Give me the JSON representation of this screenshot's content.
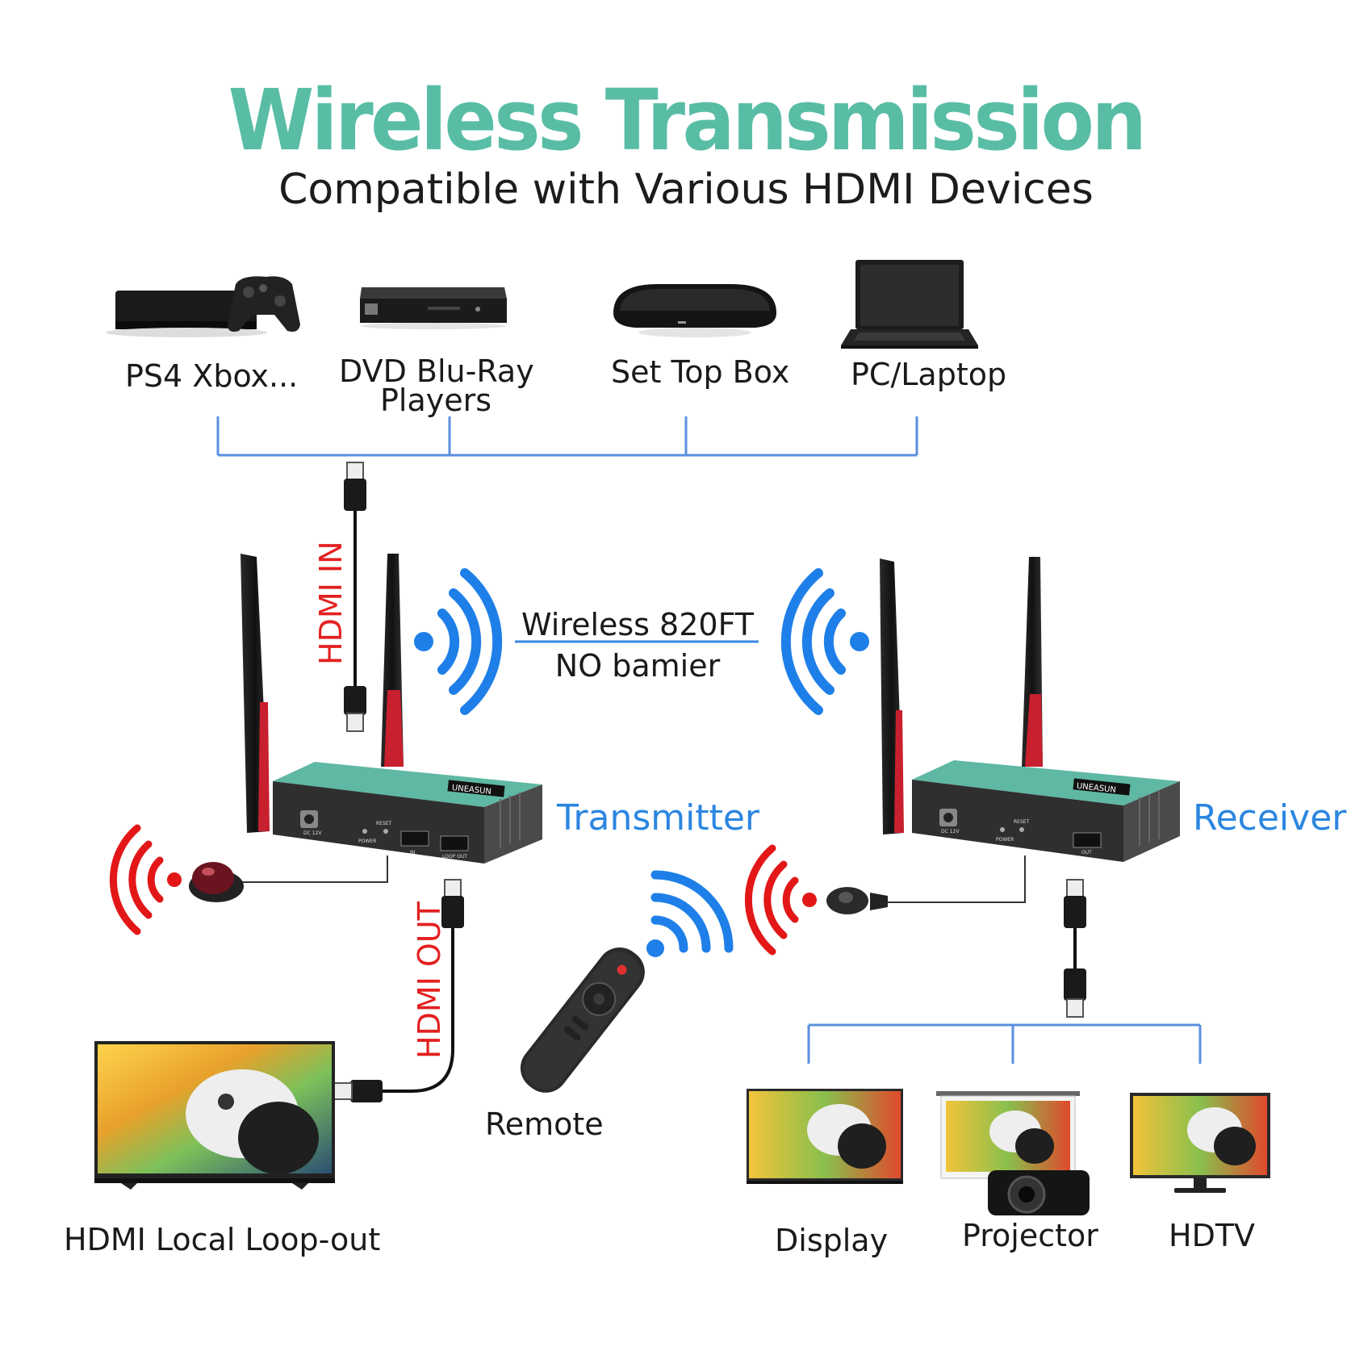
{
  "title": "Wireless Transmission",
  "subtitle": "Compatible with Various HDMI Devices",
  "sources": [
    {
      "label": "PS4 Xbox...",
      "icon": "game-console-icon"
    },
    {
      "label_lines": [
        "DVD Blu-Ray",
        "Players"
      ],
      "icon": "dvd-player-icon"
    },
    {
      "label": "Set Top Box",
      "icon": "set-top-box-icon"
    },
    {
      "label": "PC/Laptop",
      "icon": "laptop-icon"
    }
  ],
  "cables": {
    "in": "HDMI IN",
    "out": "HDMI OUT"
  },
  "wireless": {
    "line1": "Wireless 820FT",
    "line2": "NO bamier"
  },
  "transmitter": {
    "label": "Transmitter",
    "brand": "UNEASUN",
    "ports": {
      "dc": "DC 12V",
      "reset": "RESET",
      "power": "POWER",
      "in": "IN",
      "loop": "LOOP OUT"
    }
  },
  "receiver": {
    "label": "Receiver",
    "brand": "UNEASUN",
    "ports": {
      "dc": "DC 12V",
      "reset": "RESET",
      "power": "POWER",
      "out": "OUT"
    }
  },
  "remote": {
    "label": "Remote"
  },
  "loopout": {
    "label": "HDMI Local Loop-out"
  },
  "outputs": [
    {
      "label": "Display",
      "icon": "display-icon"
    },
    {
      "label": "Projector",
      "icon": "projector-icon"
    },
    {
      "label": "HDTV",
      "icon": "hdtv-icon"
    }
  ],
  "colors": {
    "title": "#59bda6",
    "blue": "#2b86e0",
    "red": "#e32020",
    "device_top": "#5fb8a4",
    "device_body": "#3a3a3a"
  }
}
